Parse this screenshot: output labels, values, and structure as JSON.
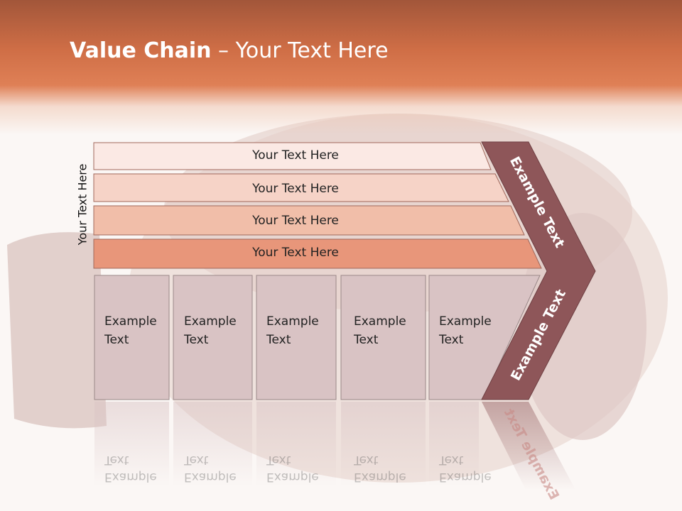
{
  "slide": {
    "title_bold": "Value Chain",
    "title_rest": " – Your Text Here",
    "side_label": "Your Text Here"
  },
  "bars": [
    {
      "label": "Your Text Here"
    },
    {
      "label": "Your Text Here"
    },
    {
      "label": "Your Text Here"
    },
    {
      "label": "Your Text Here"
    }
  ],
  "columns": [
    {
      "label": "Example\nText"
    },
    {
      "label": "Example\nText"
    },
    {
      "label": "Example\nText"
    },
    {
      "label": "Example\nText"
    },
    {
      "label": "Example\nText"
    }
  ],
  "arrow": {
    "top_label": "Example Text",
    "bottom_label": "Example Text"
  },
  "colors": {
    "header": "#cf6e46",
    "arrow": "#8e5659",
    "column_fill": "#d9c3c4",
    "bar_shades": [
      "#fbe9e4",
      "#f6d3c7",
      "#f1bea9",
      "#e8967a"
    ]
  }
}
